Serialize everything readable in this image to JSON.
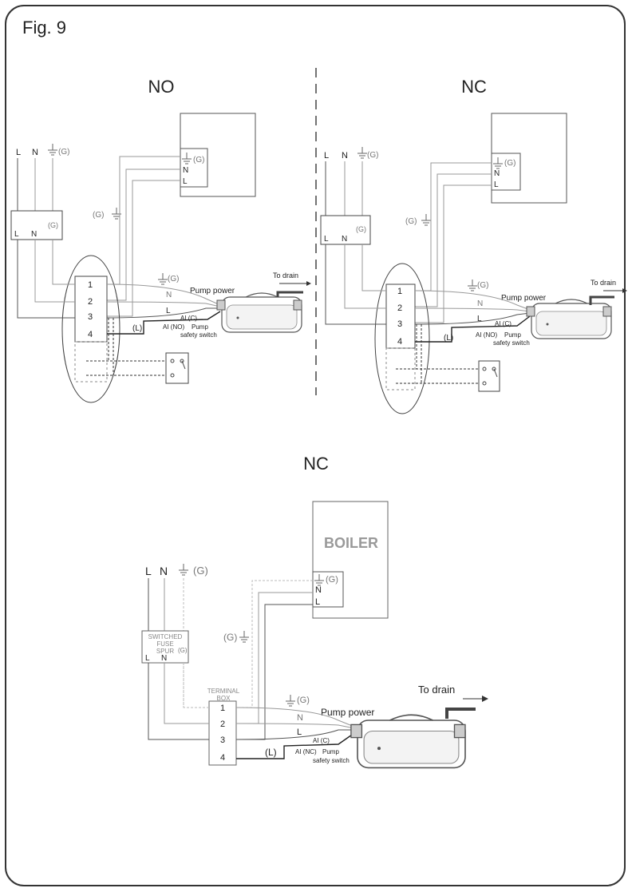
{
  "figure_label": "Fig. 9",
  "diagrams": {
    "no": {
      "title": "NO",
      "supply_l": "L",
      "supply_n": "N",
      "supply_g": "(G)",
      "spur_l": "L",
      "spur_n": "N",
      "spur_g": "(G)",
      "boiler_g": "(G)",
      "boiler_n": "N",
      "boiler_l": "L",
      "ground_label": "(G)",
      "term_1": "1",
      "term_2": "2",
      "term_3": "3",
      "term_4": "4",
      "wire_g": "(G)",
      "wire_n": "N",
      "wire_l": "L",
      "pump_power": "Pump power",
      "ai_c": "AI (C)",
      "ai_no": "AI (NO)",
      "pump_safety": "Pump",
      "safety_switch": "safety switch",
      "l_paren": "(L)",
      "to_drain": "To drain"
    },
    "nc_top": {
      "title": "NC",
      "supply_l": "L",
      "supply_n": "N",
      "supply_g": "(G)",
      "spur_l": "L",
      "spur_n": "N",
      "spur_g": "(G)",
      "boiler_g": "(G)",
      "boiler_n": "N",
      "boiler_l": "L",
      "ground_label": "(G)",
      "term_1": "1",
      "term_2": "2",
      "term_3": "3",
      "term_4": "4",
      "wire_g": "(G)",
      "wire_n": "N",
      "wire_l": "L",
      "pump_power": "Pump power",
      "ai_c": "AI (C)",
      "ai_no": "AI (NO)",
      "pump_safety": "Pump",
      "safety_switch": "safety switch",
      "l_paren": "(L)",
      "to_drain": "To drain"
    },
    "nc_bottom": {
      "title": "NC",
      "boiler": "BOILER",
      "supply_l": "L",
      "supply_n": "N",
      "supply_g": "(G)",
      "spur_line1": "SWITCHED",
      "spur_line2": "FUSE",
      "spur_line3": "SPUR",
      "spur_l": "L",
      "spur_n": "N",
      "spur_g": "(G)",
      "boiler_g": "(G)",
      "boiler_n": "N",
      "boiler_l": "L",
      "ground_label": "(G)",
      "terminal_box_line1": "TERMINAL",
      "terminal_box_line2": "BOX",
      "term_1": "1",
      "term_2": "2",
      "term_3": "3",
      "term_4": "4",
      "wire_g": "(G)",
      "wire_n": "N",
      "wire_l": "L",
      "pump_power": "Pump power",
      "ai_c": "AI (C)",
      "ai_nc": "AI (NC)",
      "pump_safety": "Pump",
      "safety_switch": "safety switch",
      "l_paren": "(L)",
      "to_drain": "To drain"
    }
  },
  "colors": {
    "line_dark": "#333333",
    "line_grey": "#999999",
    "frame": "#333333"
  }
}
